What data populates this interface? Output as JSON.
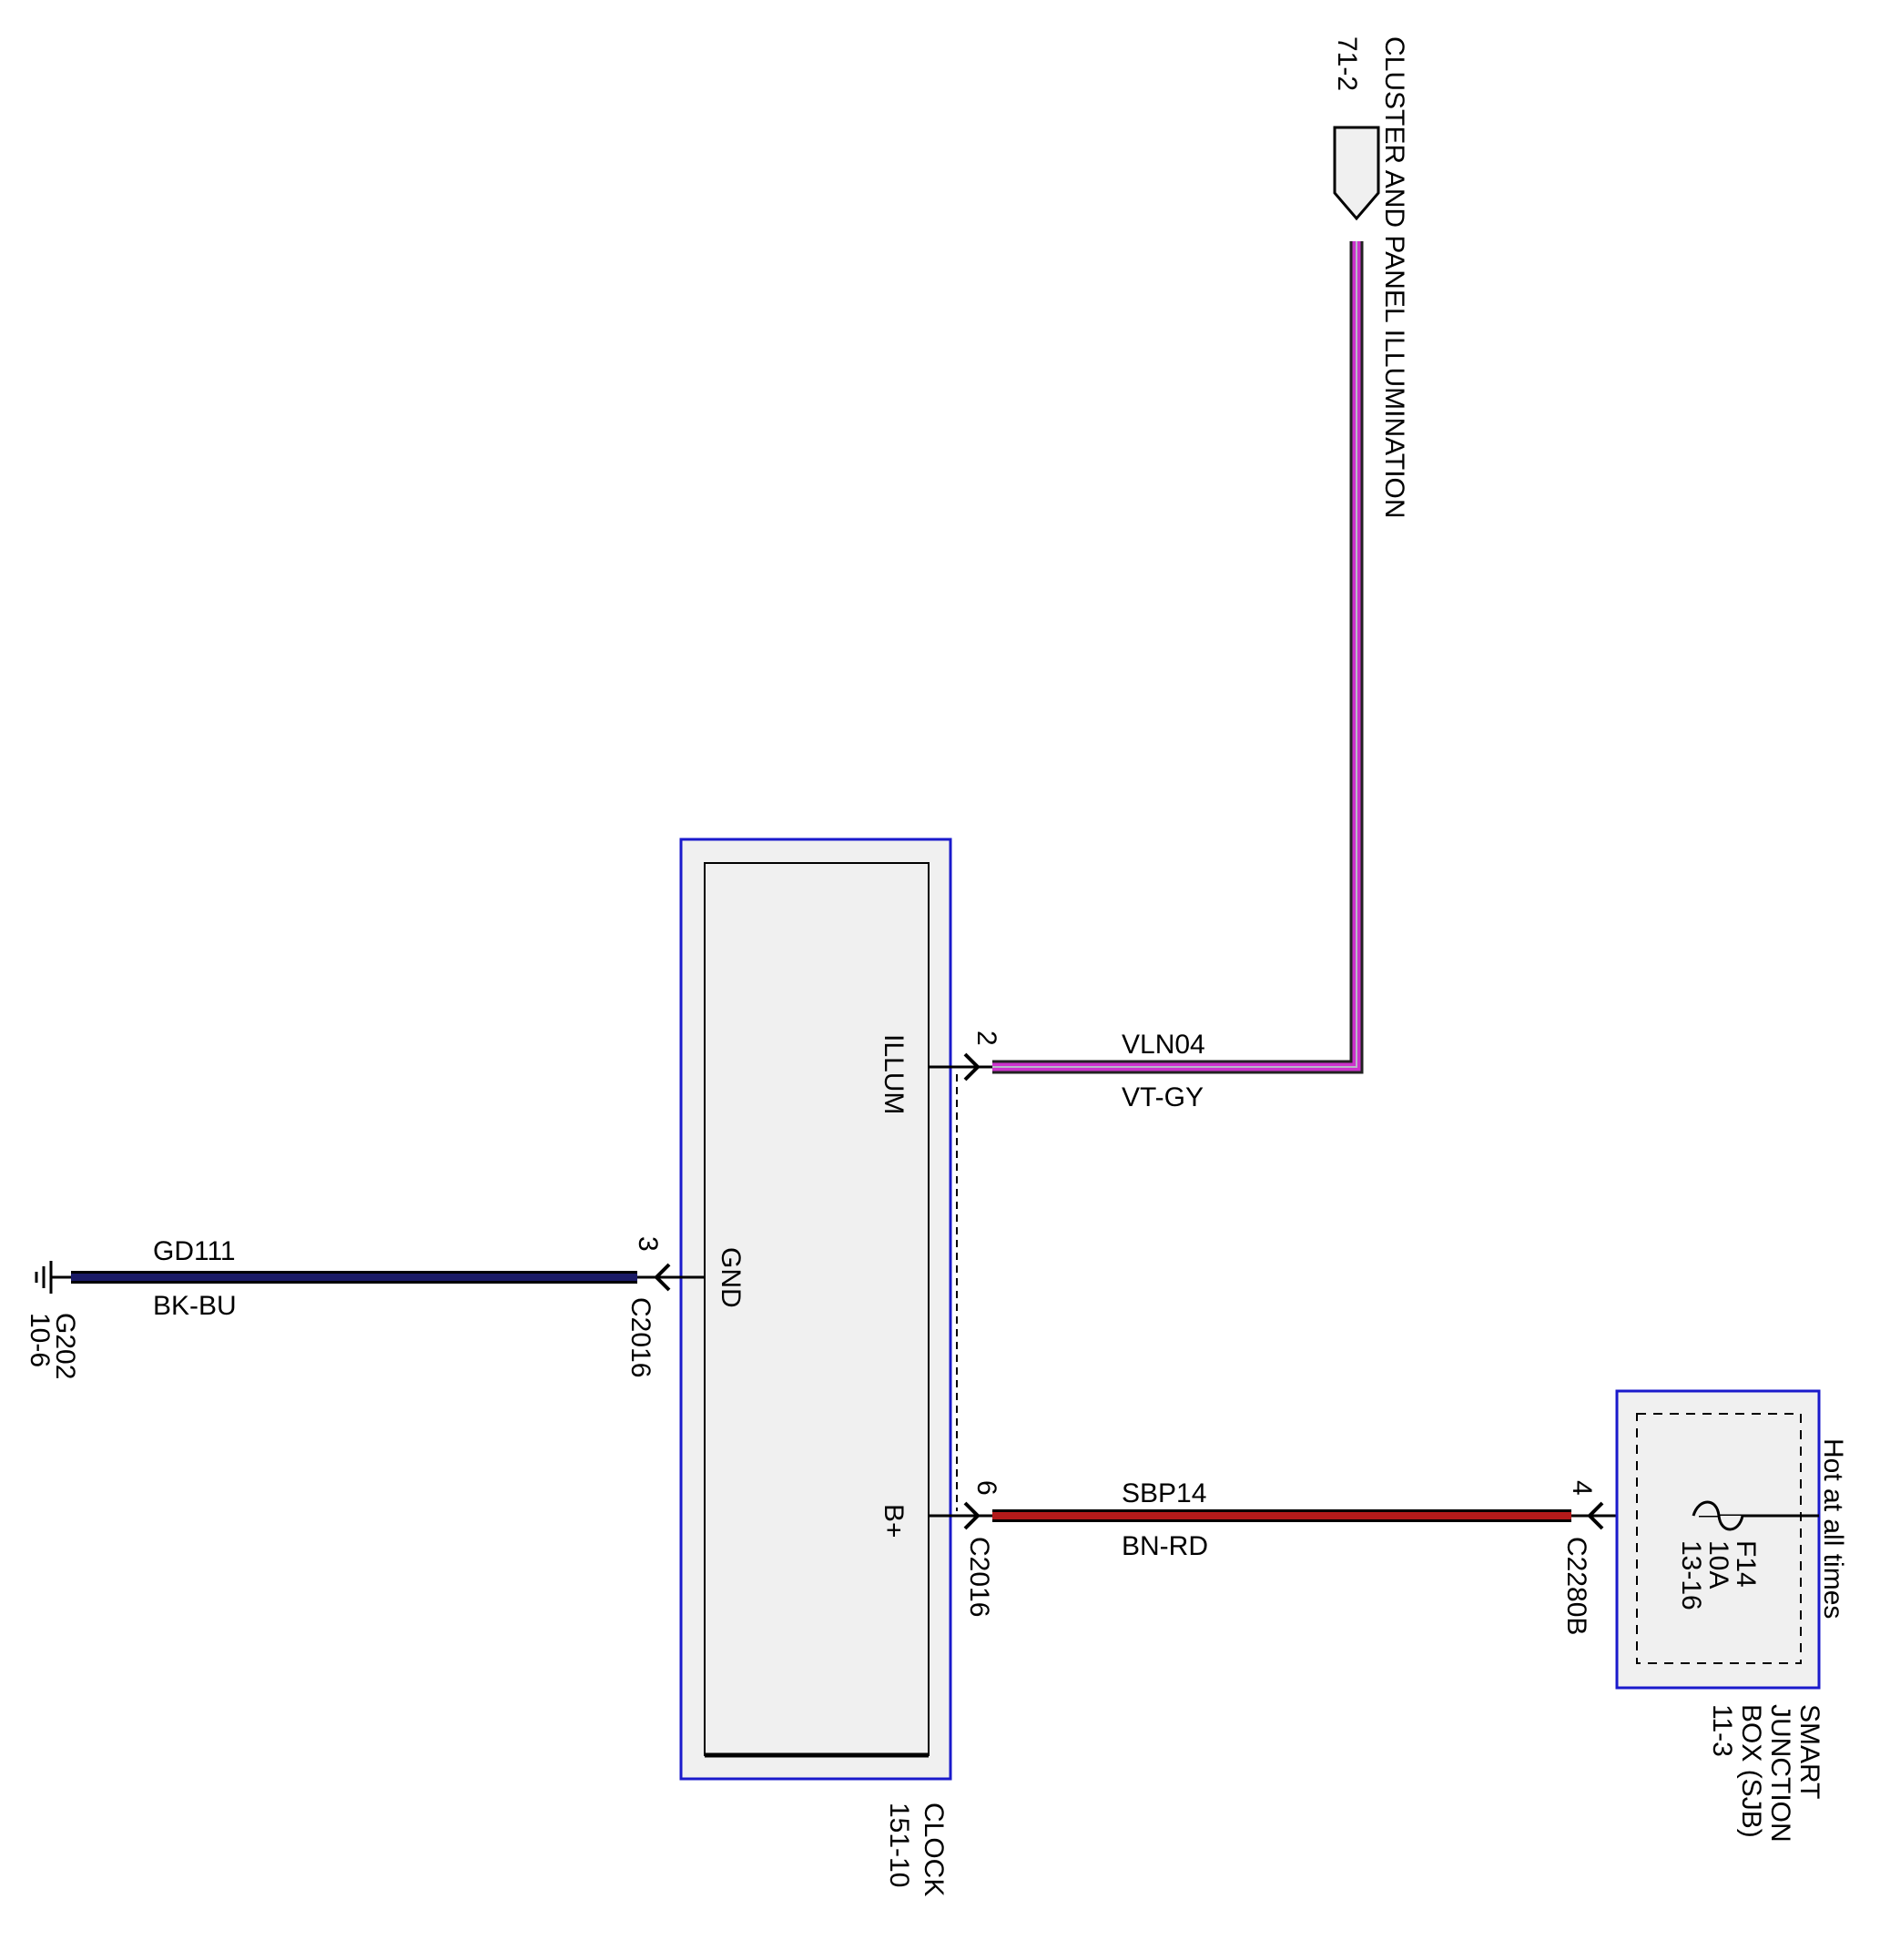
{
  "cluster": {
    "label": "CLUSTER AND PANEL ILLUMINATION",
    "ref": "71-2"
  },
  "clock": {
    "name": "CLOCK",
    "ref": "151-10",
    "pins": {
      "illum": "ILLUM",
      "gnd": "GND",
      "bplus": "B+"
    }
  },
  "wires": {
    "illum": {
      "circuit": "VLN04",
      "color": "VT-GY",
      "pin": "2",
      "wire_color": "#cc33cc"
    },
    "gnd": {
      "circuit": "GD111",
      "color": "BK-BU",
      "pin": "3",
      "connector": "C2016",
      "wire_color": "#1a1a66"
    },
    "bplus": {
      "circuit": "SBP14",
      "color": "BN-RD",
      "pin": "6",
      "connector": "C2016",
      "wire_color": "#b31a1a"
    },
    "sjb": {
      "pin": "4",
      "connector": "C2280B"
    }
  },
  "ground": {
    "id": "G202",
    "ref": "10-6"
  },
  "sjb": {
    "line1": "SMART",
    "line2": "JUNCTION",
    "line3": "BOX (SJB)",
    "ref": "11-3",
    "hot_label": "Hot at all times",
    "fuse": {
      "id": "F14",
      "rating": "10A",
      "ref": "13-16"
    }
  },
  "colors": {
    "module_border": "#1a1acc",
    "module_fill": "#f0f0f0"
  }
}
